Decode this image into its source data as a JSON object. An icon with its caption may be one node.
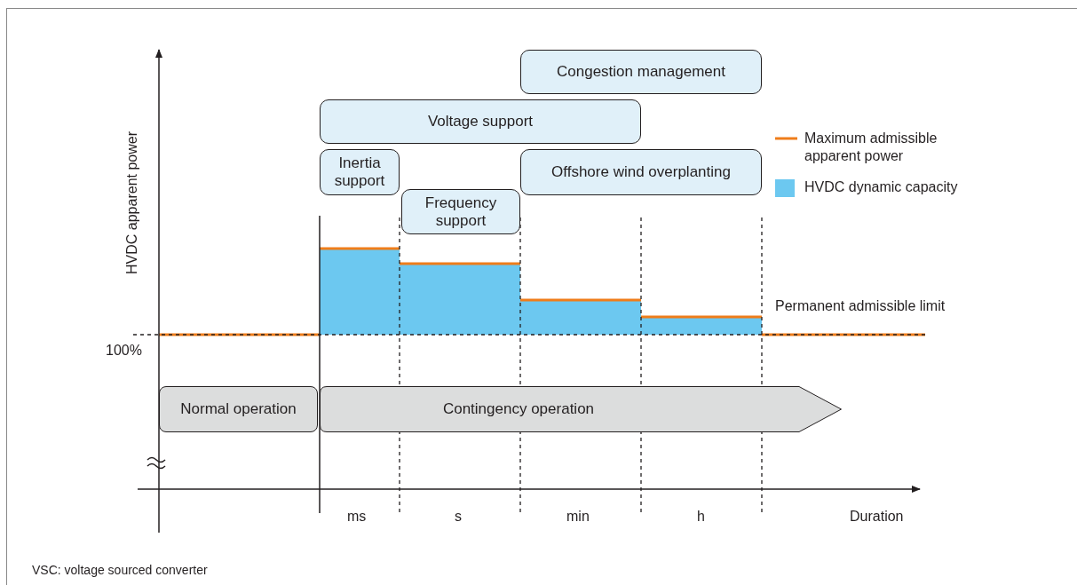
{
  "diagram": {
    "caption": "VSC: voltage sourced converter",
    "nodes": [
      {
        "text": [
          "Congestion management"
        ]
      },
      {
        "text": [
          "Voltage support"
        ]
      },
      {
        "text": [
          "Inertia support"
        ]
      },
      {
        "text": [
          "Offshore wind overplanting"
        ]
      },
      {
        "text": [
          "Frequency support"
        ]
      },
      {
        "text": [
          "Normal operation"
        ]
      },
      {
        "text": [
          "Contingency operation"
        ]
      }
    ],
    "labels": [
      "HVDC apparent power",
      "Permanent admissible limit",
      "100%",
      "ms",
      "s",
      "min",
      "h",
      "Duration"
    ],
    "legend": [
      {
        "text": "Maximum admissible apparent power"
      },
      {
        "text": "HVDC dynamic capacity",
        "color": "#6cc8f0"
      }
    ]
  }
}
